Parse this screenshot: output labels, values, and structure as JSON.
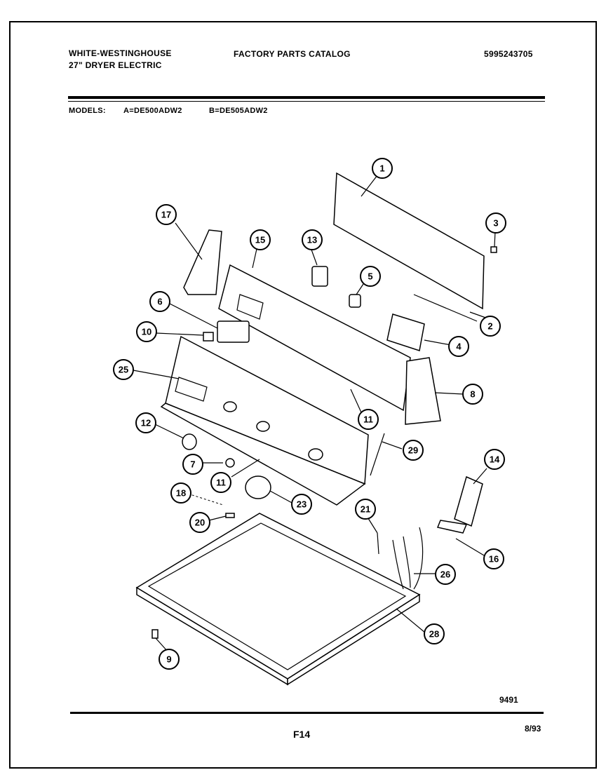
{
  "header": {
    "brand": "WHITE-WESTINGHOUSE",
    "product": "27\" DRYER ELECTRIC",
    "catalog_title": "FACTORY PARTS CATALOG",
    "catalog_number": "5995243705",
    "models_label": "MODELS:",
    "model_a": "A=DE500ADW2",
    "model_b": "B=DE505ADW2"
  },
  "callouts": [
    "1",
    "2",
    "3",
    "4",
    "5",
    "6",
    "7",
    "8",
    "9",
    "10",
    "11",
    "11",
    "12",
    "13",
    "14",
    "15",
    "16",
    "17",
    "18",
    "20",
    "21",
    "23",
    "25",
    "26",
    "28",
    "29"
  ],
  "footer": {
    "revision": "9491",
    "page": "F14",
    "date": "8/93"
  }
}
